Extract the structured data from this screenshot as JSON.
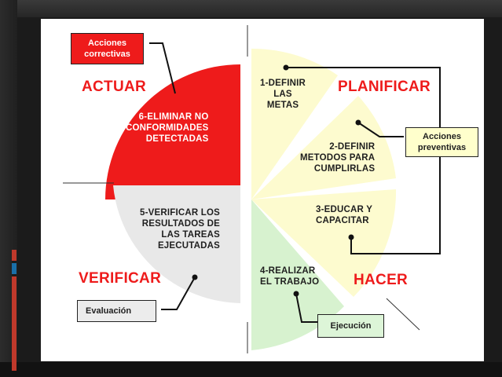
{
  "quadrants": {
    "actuar": "ACTUAR",
    "planificar": "PLANIFICAR",
    "verificar": "VERIFICAR",
    "hacer": "HACER"
  },
  "segments": [
    {
      "step": "1-DEFINIR\nLAS\nMETAS",
      "color": "#fdfbcf"
    },
    {
      "step": "2-DEFINIR\nMETODOS PARA\nCUMPLIRLAS",
      "color": "#fdfbcf"
    },
    {
      "step": "3-EDUCAR Y\nCAPACITAR",
      "color": "#fdfbcf"
    },
    {
      "step": "4-REALIZAR\nEL TRABAJO",
      "color": "#d7f2cf"
    },
    {
      "step": "5-VERIFICAR LOS\nRESULTADOS DE\nLAS TAREAS\nEJECUTADAS",
      "color": "#e8e8e8"
    },
    {
      "step": "6-ELIMINAR NO\nCONFORMIDADES\nDETECTADAS",
      "color": "#ee1b1b",
      "text_color": "#ffffff"
    }
  ],
  "callouts": {
    "correctivas": "Acciones\ncorrectivas",
    "preventivas": "Acciones\npreventivas",
    "evaluacion": "Evaluación",
    "ejecucion": "Ejecución"
  },
  "colors": {
    "red": "#ee1b1b",
    "yellow": "#fdfbcf",
    "green": "#d7f2cf",
    "gray": "#e8e8e8",
    "callout_yellow": "#ffffcc",
    "callout_green": "#ddf5d8",
    "callout_gray": "#ececec"
  }
}
